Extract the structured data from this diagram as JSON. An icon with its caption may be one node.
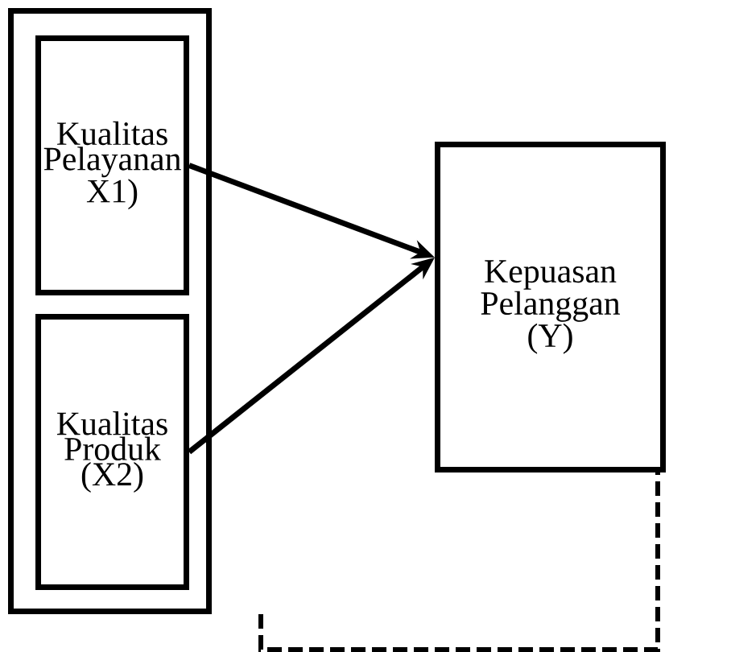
{
  "diagram": {
    "nodes": [
      {
        "text": [],
        "shape": "box"
      },
      {
        "text": [
          "Kualitas Pelayanan X1)"
        ],
        "in": 0
      },
      {
        "text": [
          "Kualitas Produk (X2)"
        ],
        "in": 0
      },
      {
        "text": [
          "Kepuasan Pelanggan (Y)"
        ]
      }
    ],
    "edges": [
      {
        "from": 1,
        "to": 3,
        "arrow": "to"
      },
      {
        "from": 2,
        "to": 3,
        "arrow": "to"
      },
      {
        "from": 0,
        "to": 3,
        "arrow": "none",
        "style": "dashed"
      }
    ]
  }
}
